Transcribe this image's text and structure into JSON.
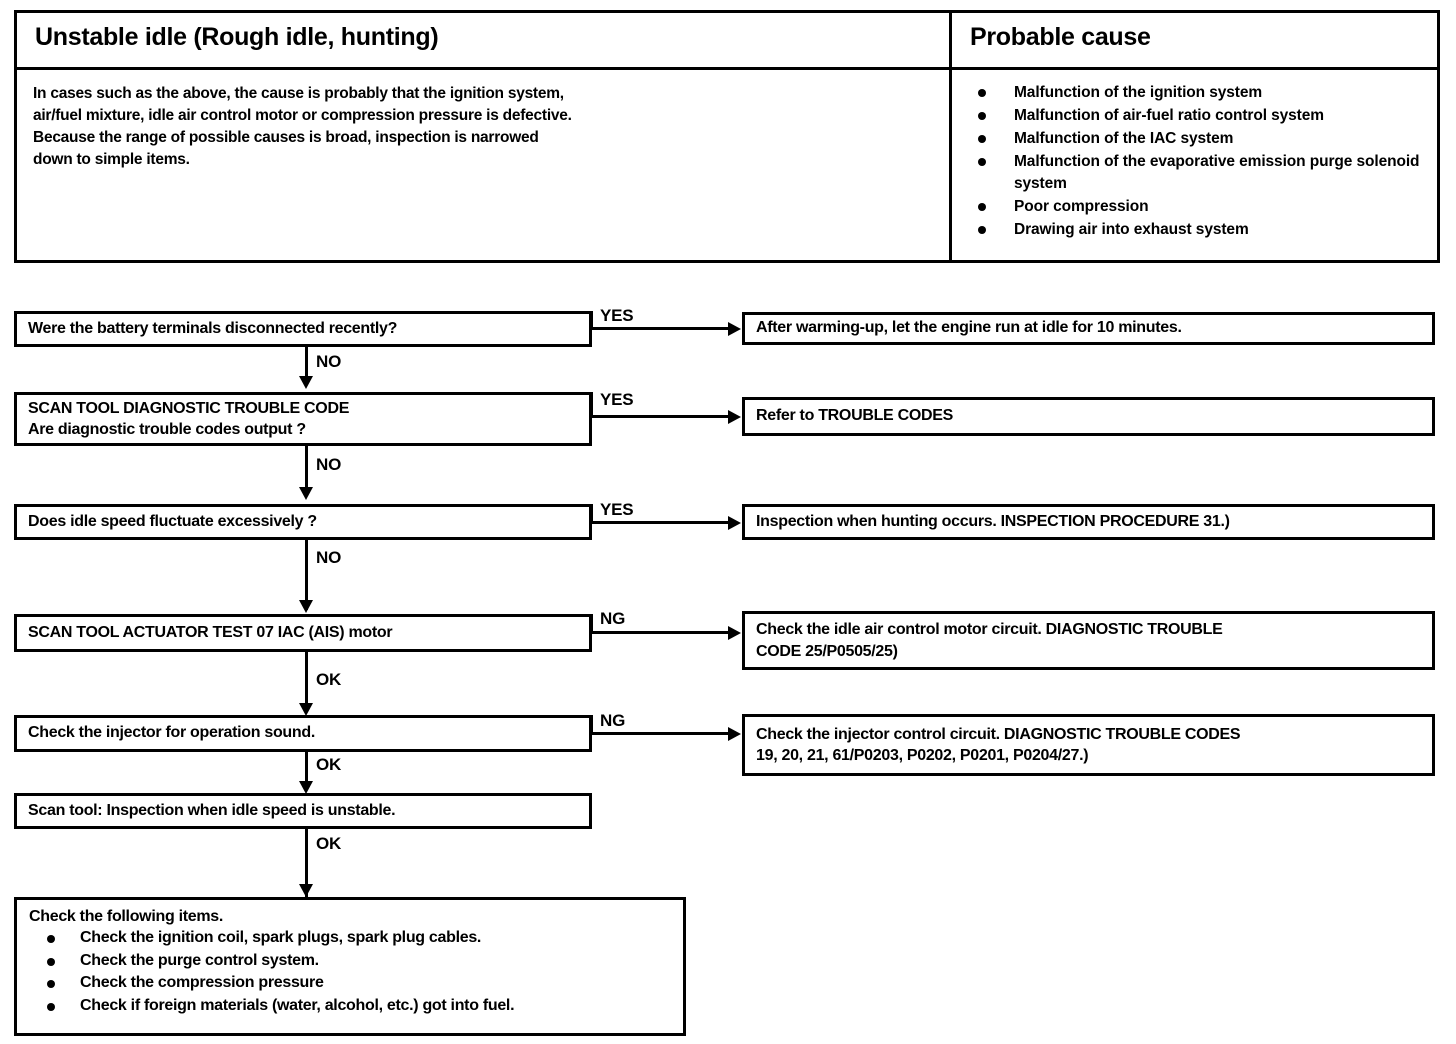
{
  "symptom_table": {
    "left_header": "Unstable idle (Rough idle, hunting)",
    "right_header": "Probable cause",
    "description_lines": [
      "In cases such as the above, the cause is probably that the ignition system,",
      "air/fuel mixture, idle air control motor or compression pressure is defective.",
      "Because the range of possible causes is broad, inspection is narrowed",
      "down to simple items."
    ],
    "causes": [
      "Malfunction of the ignition system",
      "Malfunction of air-fuel ratio control system",
      "Malfunction of the IAC system",
      "Malfunction of the evaporative emission purge solenoid system",
      "Poor compression",
      "Drawing air into exhaust system"
    ]
  },
  "flowchart": {
    "steps": [
      {
        "id": "step-battery-terminals",
        "line1": "Were the battery terminals disconnected recently?",
        "line2": "",
        "branch_label": "YES",
        "next_label": "NO"
      },
      {
        "id": "step-scan-tool-dtc",
        "line1": "SCAN TOOL DIAGNOSTIC TROUBLE CODE",
        "line2": "Are diagnostic trouble codes output ?",
        "branch_label": "YES",
        "next_label": "NO"
      },
      {
        "id": "step-idle-fluctuate",
        "line1": "Does idle speed fluctuate excessively ?",
        "line2": "",
        "branch_label": "YES",
        "next_label": "NO"
      },
      {
        "id": "step-actuator-test",
        "line1": "SCAN TOOL ACTUATOR TEST  07 IAC (AIS) motor",
        "line2": "",
        "branch_label": "NG",
        "next_label": "OK"
      },
      {
        "id": "step-injector-sound",
        "line1": "Check the injector for operation sound.",
        "line2": "",
        "branch_label": "NG",
        "next_label": "OK"
      },
      {
        "id": "step-scan-tool-unstable",
        "line1": "Scan tool: Inspection when idle speed is unstable.",
        "line2": "",
        "branch_label": "",
        "next_label": "OK"
      }
    ],
    "results": [
      {
        "id": "result-warming-up",
        "line1": "After warming-up, let the engine run at idle for 10 minutes.",
        "line2": ""
      },
      {
        "id": "result-trouble-codes",
        "line1": "Refer  to  TROUBLE CODES",
        "line2": ""
      },
      {
        "id": "result-hunting",
        "line1": "Inspection when hunting occurs. INSPECTION PROCEDURE 31.)",
        "line2": ""
      },
      {
        "id": "result-iac-circuit",
        "line1": "Check the idle air control motor circuit.  DIAGNOSTIC    TROUBLE",
        "line2": "CODE  25/P0505/25)"
      },
      {
        "id": "result-injector-circuit",
        "line1": "Check the injector control circuit. DIAGNOSTIC  TROUBLE  CODES",
        "line2": "19, 20, 21, 61/P0203, P0202, P0201, P0204/27.)"
      }
    ],
    "final_box": {
      "heading": "Check the following items.",
      "items": [
        "Check the ignition coil, spark plugs, spark plug cables.",
        "Check the purge control system.",
        "Check the compression pressure",
        "Check if foreign materials (water, alcohol, etc.) got into fuel."
      ]
    }
  }
}
